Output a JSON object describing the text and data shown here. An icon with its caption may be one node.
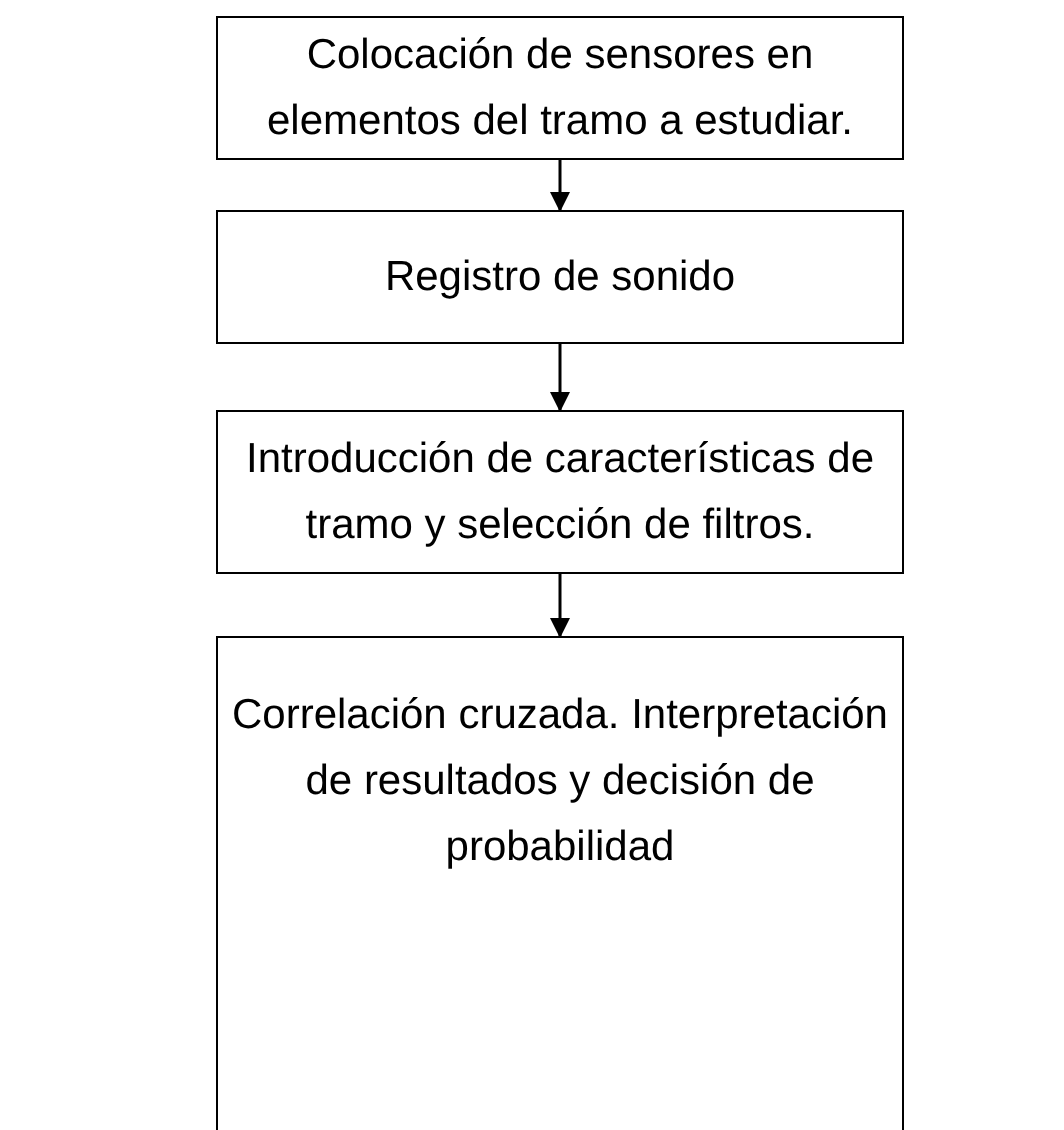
{
  "diagram": {
    "nodes": [
      {
        "text": [
          "Colocación de sensores en elementos del tramo a estudiar."
        ]
      },
      {
        "text": [
          "Registro de sonido"
        ]
      },
      {
        "text": [
          "Introducción de características de tramo y selección de filtros."
        ]
      },
      {
        "text": [
          "Correlación cruzada. Interpretación de resultados y decisión de probabilidad"
        ]
      }
    ],
    "edges": [
      {
        "from": 0,
        "to": 1,
        "arrow": "to"
      },
      {
        "from": 1,
        "to": 2,
        "arrow": "to"
      },
      {
        "from": 2,
        "to": 3,
        "arrow": "to"
      }
    ]
  }
}
